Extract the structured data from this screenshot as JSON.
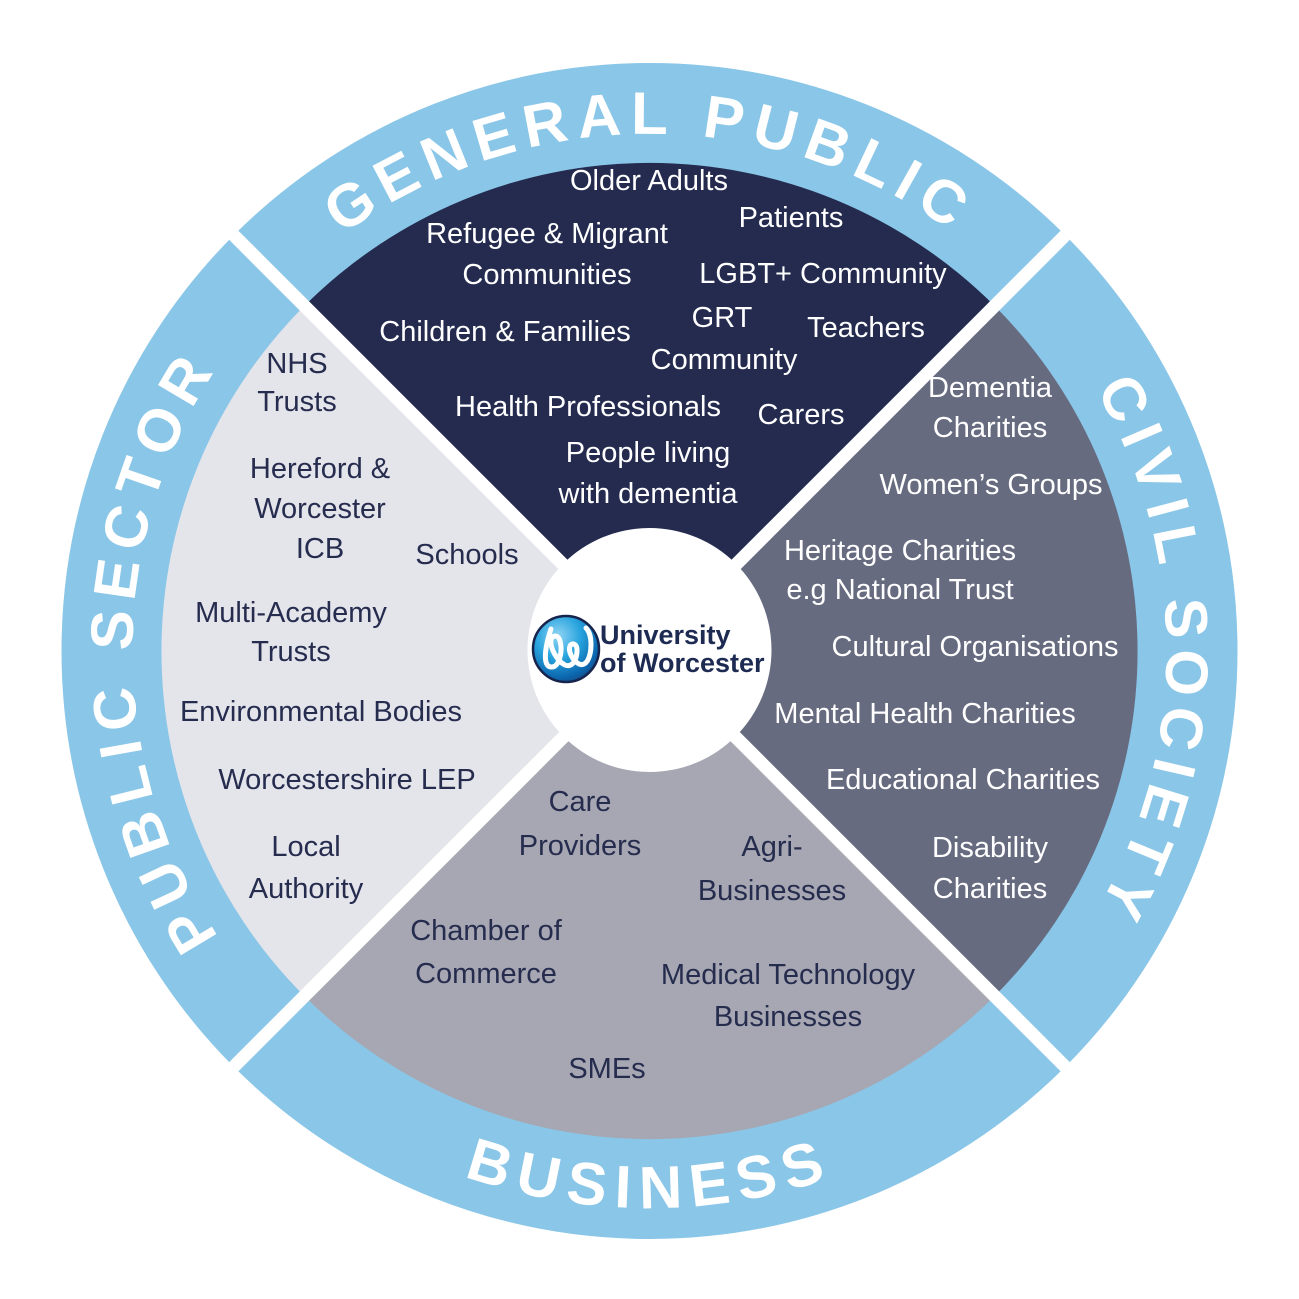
{
  "diagram_title": "University of Worcester stakeholder wheel",
  "colors": {
    "ring_blue": "#8ac6e8",
    "general_public_navy": "#242b4f",
    "civil_society_slate": "#676b80",
    "business_gray": "#a6a7b2",
    "public_sector_light": "#e4e4eb",
    "separator_white": "#ffffff",
    "text_navy": "#262c4e",
    "text_white": "#ffffff",
    "logo_navy": "#1d2a52",
    "logo_sphere_light": "#8fd4f4",
    "logo_sphere_mid": "#29a4de",
    "logo_sphere_dark": "#0b66ad"
  },
  "ring": {
    "top_label": "GENERAL PUBLIC",
    "right_label": "CIVIL SOCIETY",
    "bottom_label": "BUSINESS",
    "left_label": "PUBLIC SECTOR"
  },
  "center": {
    "logo_line1": "University",
    "logo_line2": "of Worcester"
  },
  "sectors": {
    "general_public": {
      "ring_label": "GENERAL PUBLIC",
      "items": [
        [
          "Older Adults"
        ],
        [
          "Patients"
        ],
        [
          "Refugee & Migrant",
          "Communities"
        ],
        [
          "LGBT+ Community"
        ],
        [
          "Children & Families"
        ],
        [
          "GRT",
          "Community"
        ],
        [
          "Teachers"
        ],
        [
          "Health Professionals"
        ],
        [
          "Carers"
        ],
        [
          "People living",
          "with dementia"
        ]
      ]
    },
    "civil_society": {
      "ring_label": "CIVIL SOCIETY",
      "items": [
        [
          "Dementia",
          "Charities"
        ],
        [
          "Women’s Groups"
        ],
        [
          "Heritage Charities",
          "e.g National Trust"
        ],
        [
          "Cultural Organisations"
        ],
        [
          "Mental Health Charities"
        ],
        [
          "Educational Charities"
        ],
        [
          "Disability",
          "Charities"
        ]
      ]
    },
    "business": {
      "ring_label": "BUSINESS",
      "items": [
        [
          "Care",
          "Providers"
        ],
        [
          "Agri-",
          "Businesses"
        ],
        [
          "Chamber of",
          "Commerce"
        ],
        [
          "Medical Technology",
          "Businesses"
        ],
        [
          "SMEs"
        ]
      ]
    },
    "public_sector": {
      "ring_label": "PUBLIC SECTOR",
      "items": [
        [
          "NHS",
          "Trusts"
        ],
        [
          "Hereford &",
          "Worcester",
          "ICB"
        ],
        [
          "Schools"
        ],
        [
          "Multi-Academy",
          "Trusts"
        ],
        [
          "Environmental Bodies"
        ],
        [
          "Worcestershire LEP"
        ],
        [
          "Local",
          "Authority"
        ]
      ]
    }
  }
}
